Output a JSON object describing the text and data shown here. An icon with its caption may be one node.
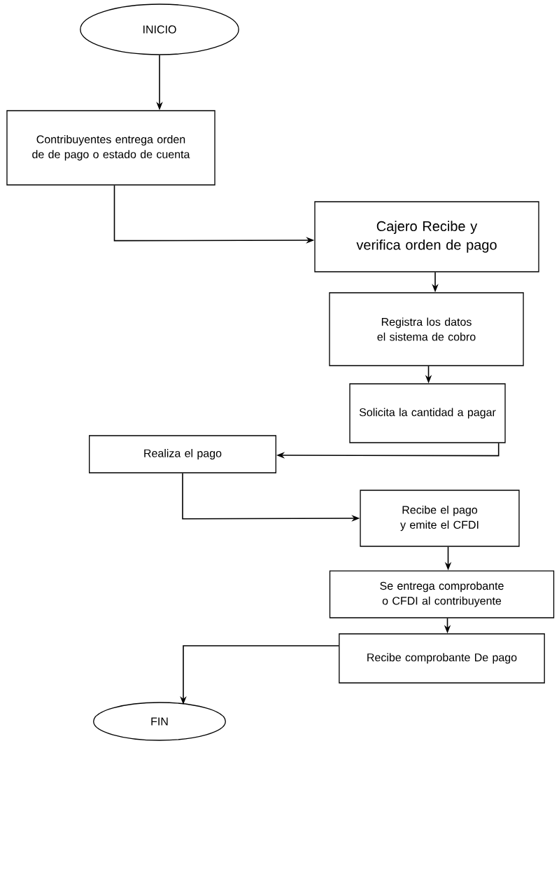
{
  "diagram": {
    "nodes": [
      {
        "text": [
          "INICIO"
        ]
      },
      {
        "text": [
          "Contribuyentes entrega orden de de pago o estado de cuenta"
        ]
      },
      {
        "text": [
          "Cajero Recibe y verifica orden de pago"
        ]
      },
      {
        "text": [
          "Registra los datos el sistema de cobro"
        ]
      },
      {
        "text": [
          "Solicita la cantidad a pagar"
        ]
      },
      {
        "text": [
          "Realiza el pago"
        ]
      },
      {
        "text": [
          "Recibe el pago y emite el CFDI"
        ]
      },
      {
        "text": [
          "Se entrega comprobante o CFDI al contribuyente"
        ]
      },
      {
        "text": [
          "Recibe comprobante De pago"
        ]
      },
      {
        "text": [
          "FIN"
        ]
      }
    ],
    "edges": [
      {
        "from": 0,
        "to": 1,
        "arrow": "to"
      },
      {
        "from": 1,
        "to": 2,
        "arrow": "to"
      },
      {
        "from": 2,
        "to": 3,
        "arrow": "to"
      },
      {
        "from": 3,
        "to": 4,
        "arrow": "to"
      },
      {
        "from": 4,
        "to": 5,
        "arrow": "to"
      },
      {
        "from": 5,
        "to": 6,
        "arrow": "to"
      },
      {
        "from": 6,
        "to": 7,
        "arrow": "to"
      },
      {
        "from": 7,
        "to": 8,
        "arrow": "to"
      },
      {
        "from": 8,
        "to": 9,
        "arrow": "to"
      }
    ]
  }
}
